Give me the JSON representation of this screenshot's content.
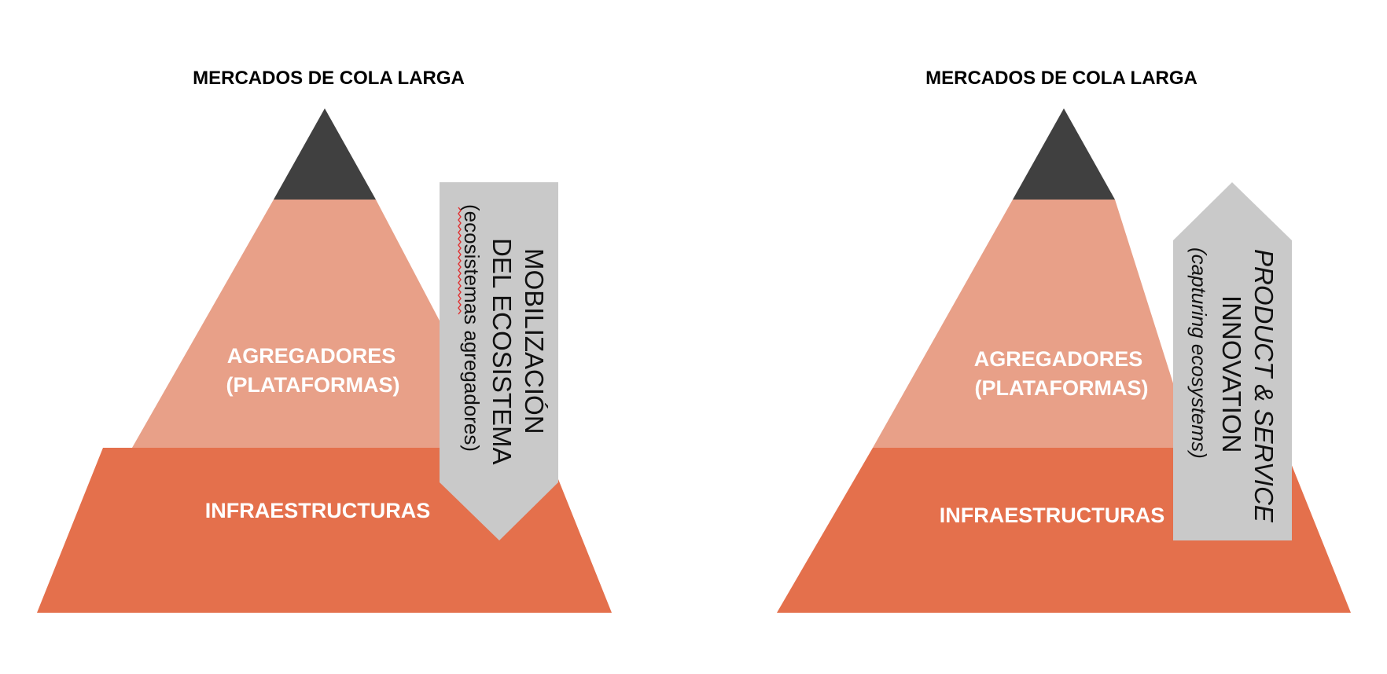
{
  "colors": {
    "apex": "#404040",
    "platforms": "#e8a088",
    "infrastructure": "#e4704c",
    "arrow": "#c9c9c9",
    "tier_text": "#ffffff"
  },
  "left": {
    "title": "MERCADOS DE COLA LARGA",
    "platforms_line1": "AGREGADORES",
    "platforms_line2": "(PLATAFORMAS)",
    "infrastructure": "INFRAESTRUCTURAS",
    "arrow_direction": "down",
    "arrow_line1": "MOBILIZACIÓN",
    "arrow_line2": "DEL ECOSISTEMA",
    "arrow_line3": "(ecosistemas agregadores)"
  },
  "right": {
    "title": "MERCADOS DE COLA LARGA",
    "platforms_line1": "AGREGADORES",
    "platforms_line2": "(PLATAFORMAS)",
    "infrastructure": "INFRAESTRUCTURAS",
    "arrow_direction": "up",
    "arrow_line1": "PRODUCT & SERVICE",
    "arrow_line2": "INNOVATION",
    "arrow_line3": "(capturing ecosystems)"
  }
}
